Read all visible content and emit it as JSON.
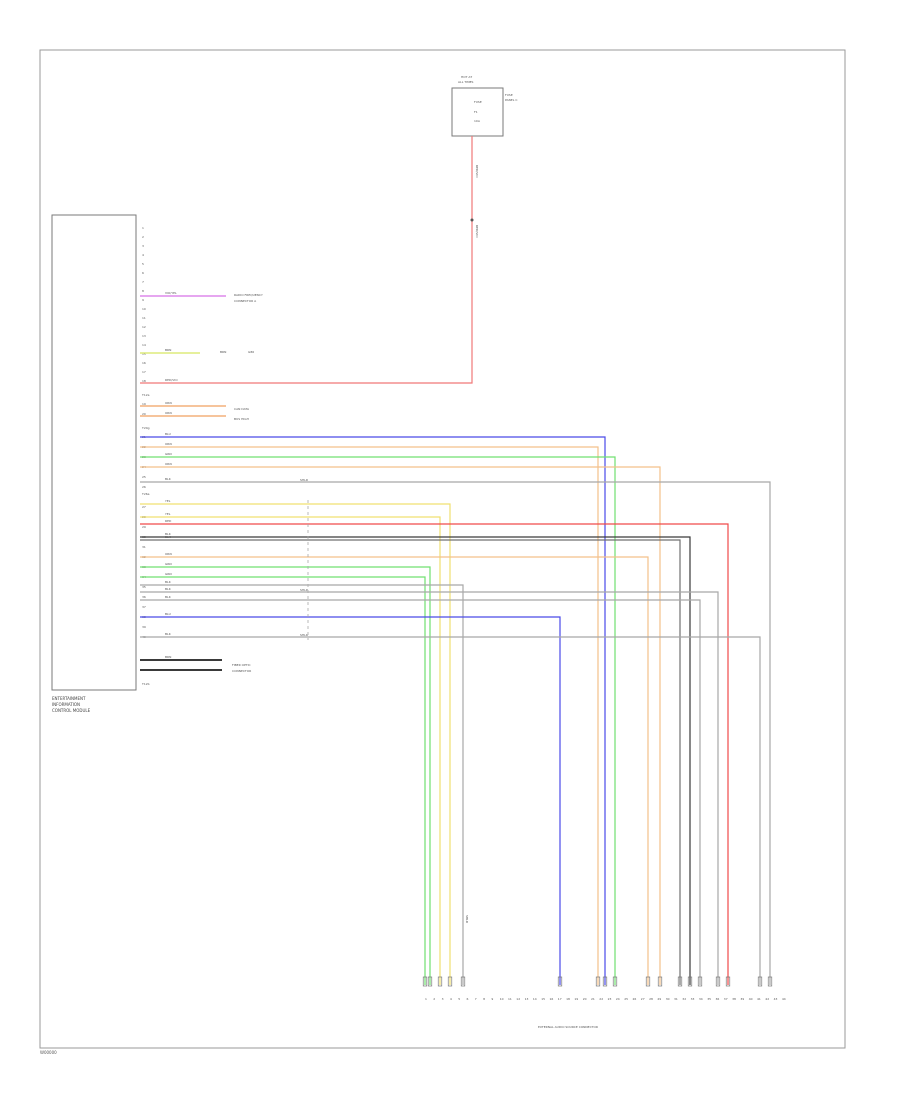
{
  "colors": {
    "frame": "#9a9a9a",
    "box": "#7a7a7a",
    "text": "#555555",
    "violet": "#d870e8",
    "yellow_green": "#d8e860",
    "pink_red": "#f07878",
    "orange": "#f0a060",
    "blue": "#4a4ae8",
    "light_orange": "#f4c08a",
    "green": "#70e070",
    "gray": "#a8a8a8",
    "yellow": "#f0e070",
    "red": "#f04a4a",
    "black": "#3a3a3a",
    "dark_gray": "#707070"
  },
  "module": {
    "caption_lines": [
      "ENTERTAINMENT",
      "INFORMATION",
      "CONTROL MODULE"
    ],
    "pin_labels": [
      "1",
      "2",
      "3",
      "4",
      "5",
      "6",
      "7",
      "8",
      "9",
      "10",
      "11",
      "12",
      "13",
      "14",
      "15",
      "16",
      "17",
      "18",
      "19",
      "20",
      "21",
      "22",
      "23",
      "24",
      "25",
      "26",
      "27",
      "28",
      "29",
      "30",
      "31",
      "32",
      "33",
      "34",
      "35",
      "36",
      "37",
      "38",
      "39",
      "40",
      "41",
      "42"
    ],
    "connector_tags": [
      "T12a",
      "T20g",
      "T26a",
      "T12b"
    ]
  },
  "fuse": {
    "title_lines": [
      "HOT AT",
      "ALL TIMES"
    ],
    "inside_lines": [
      "FUSE",
      "F1",
      "10A"
    ],
    "side_lines": [
      "FUSE",
      "PANEL C"
    ],
    "wire_labels": [
      "RED/VIO",
      "RED/VIO"
    ]
  },
  "stubs": [
    {
      "wire": "VIO/YEL",
      "dest_lines": [
        "RADIO FREQUENCY",
        "CONNECTOR A"
      ]
    },
    {
      "wire": "BRN",
      "dest_lines": [
        "BRN",
        "G86"
      ]
    },
    {
      "wire": "RED/VIO",
      "dest_lines": []
    },
    {
      "wire": "ORN",
      "dest_lines": [
        "CAN DATA",
        "BUS LOW"
      ]
    },
    {
      "wire": "ORN",
      "dest_lines": [
        "CAN DATA",
        "BUS HIGH"
      ]
    },
    {
      "wire": "BRN",
      "dest_lines": [
        "FIBER OPTIC",
        "CONNECTOR"
      ]
    }
  ],
  "bus_wires": [
    {
      "label": "BLU",
      "color_key": "blue"
    },
    {
      "label": "ORN",
      "color_key": "light_orange"
    },
    {
      "label": "GRN",
      "color_key": "green"
    },
    {
      "label": "ORN",
      "color_key": "light_orange"
    },
    {
      "label": "BLK",
      "color_key": "gray",
      "tag": "SHLD"
    },
    {
      "label": "YEL",
      "color_key": "yellow"
    },
    {
      "label": "YEL",
      "color_key": "yellow"
    },
    {
      "label": "RED",
      "color_key": "red"
    },
    {
      "label": "BLK",
      "color_key": "black"
    },
    {
      "label": "BLK",
      "color_key": "dark_gray"
    },
    {
      "label": "ORN",
      "color_key": "light_orange"
    },
    {
      "label": "GRN",
      "color_key": "green"
    },
    {
      "label": "GRN",
      "color_key": "green"
    },
    {
      "label": "BLK",
      "color_key": "gray"
    },
    {
      "label": "BLK",
      "color_key": "gray",
      "tag": "SHLD"
    },
    {
      "label": "BLK",
      "color_key": "gray"
    },
    {
      "label": "BLU",
      "color_key": "blue"
    },
    {
      "label": "BLK",
      "color_key": "gray",
      "tag": "SHLD"
    }
  ],
  "connector": {
    "title": "EXTERNAL AUDIO SOURCE CONNECTOR",
    "pin_labels": [
      "1",
      "2",
      "3",
      "4",
      "5",
      "6",
      "7",
      "8",
      "9",
      "10",
      "11",
      "12",
      "13",
      "14",
      "15",
      "16",
      "17",
      "18",
      "19",
      "20",
      "21",
      "22",
      "23",
      "24",
      "25",
      "26",
      "27",
      "28",
      "29",
      "30",
      "31",
      "32",
      "33",
      "34",
      "35",
      "36",
      "37",
      "38",
      "39",
      "40",
      "41",
      "42",
      "43",
      "44",
      "45"
    ],
    "shield_label": "SHLD"
  },
  "footer": "W00000"
}
